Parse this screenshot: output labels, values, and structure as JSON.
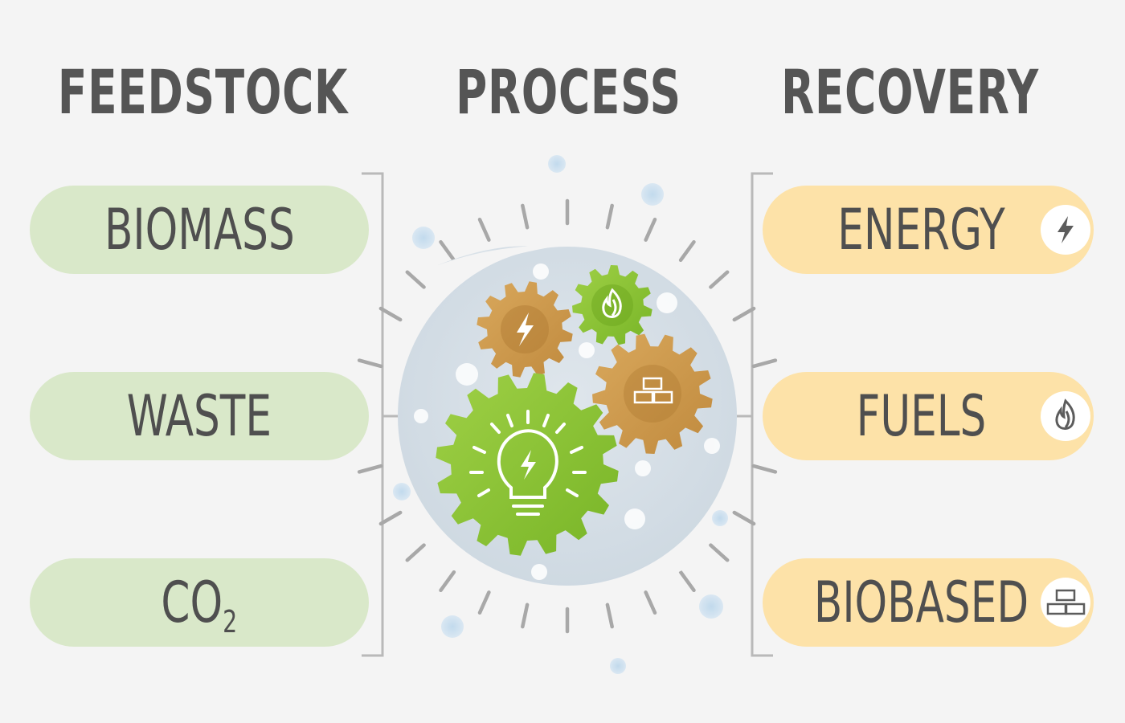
{
  "columns": {
    "feedstock": "FEEDSTOCK",
    "process": "PROCESS",
    "recovery": "RECOVERY"
  },
  "feedstock_items": [
    {
      "label": "BIOMASS"
    },
    {
      "label": "WASTE"
    },
    {
      "label": "CO",
      "subscript": "2"
    }
  ],
  "recovery_items": [
    {
      "label": "ENERGY",
      "icon": "lightning-icon"
    },
    {
      "label": "FUELS",
      "icon": "flame-icon"
    },
    {
      "label": "BIOBASED",
      "icon": "bricks-icon"
    }
  ],
  "process_icons": [
    "lightbulb-icon",
    "lightning-icon",
    "flame-icon",
    "bricks-icon"
  ],
  "colors": {
    "background": "#f4f4f4",
    "feedstock_pill": "#d9e8c9",
    "recovery_pill": "#fde2a8",
    "title_text": "#555555",
    "green_gear": "#8dc63f",
    "orange_gear": "#c9974a",
    "process_circle": "#d3dde5"
  }
}
